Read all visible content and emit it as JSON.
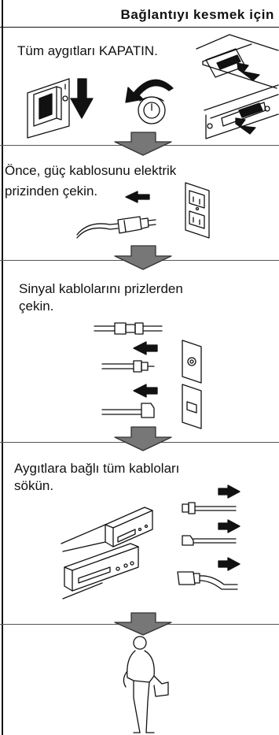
{
  "header": {
    "title": "Bağlantıyı kesmek için"
  },
  "steps": [
    {
      "text": "Tüm aygıtları KAPATIN."
    },
    {
      "text": "Önce, güç kablosunu elektrik",
      "text2": "prizinden çekin."
    },
    {
      "text": "Sinyal kablolarını prizlerden",
      "text2": "çekin."
    },
    {
      "text": "Aygıtlara bağlı tüm kabloları",
      "text2": "sökün."
    },
    {
      "text": ""
    }
  ],
  "icons": [
    "power-switch-icon",
    "down-arrow-icon",
    "rotate-arrow-icon",
    "dial-knob-icon",
    "rocker-switch-icon",
    "pointer-arrow-icon",
    "step-arrow-icon",
    "power-plug-icon",
    "wall-outlet-icon",
    "signal-connector-icon",
    "coax-outlet-icon",
    "phone-outlet-icon",
    "device-unit-icon",
    "cable-end-icon",
    "person-carrying-icon"
  ]
}
